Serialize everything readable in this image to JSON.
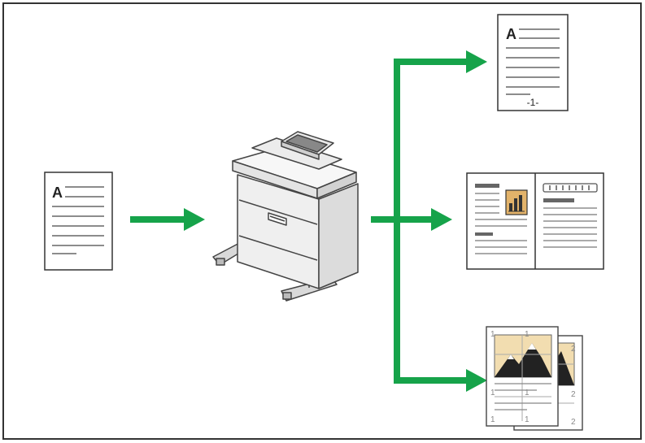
{
  "diagram": {
    "input_document": {
      "letter": "A"
    },
    "output_paged_document": {
      "letter": "A",
      "page_number": "-1-"
    },
    "output_tiled_pages": {
      "tile_numbers": [
        "1",
        "1",
        "1",
        "1",
        "1",
        "1",
        "2",
        "2",
        "2"
      ]
    }
  },
  "colors": {
    "arrow": "#16a34a",
    "frame": "#333333",
    "line": "#555555",
    "photo_sky": "#f2ddb0",
    "icon_tan": "#e3b36a"
  }
}
